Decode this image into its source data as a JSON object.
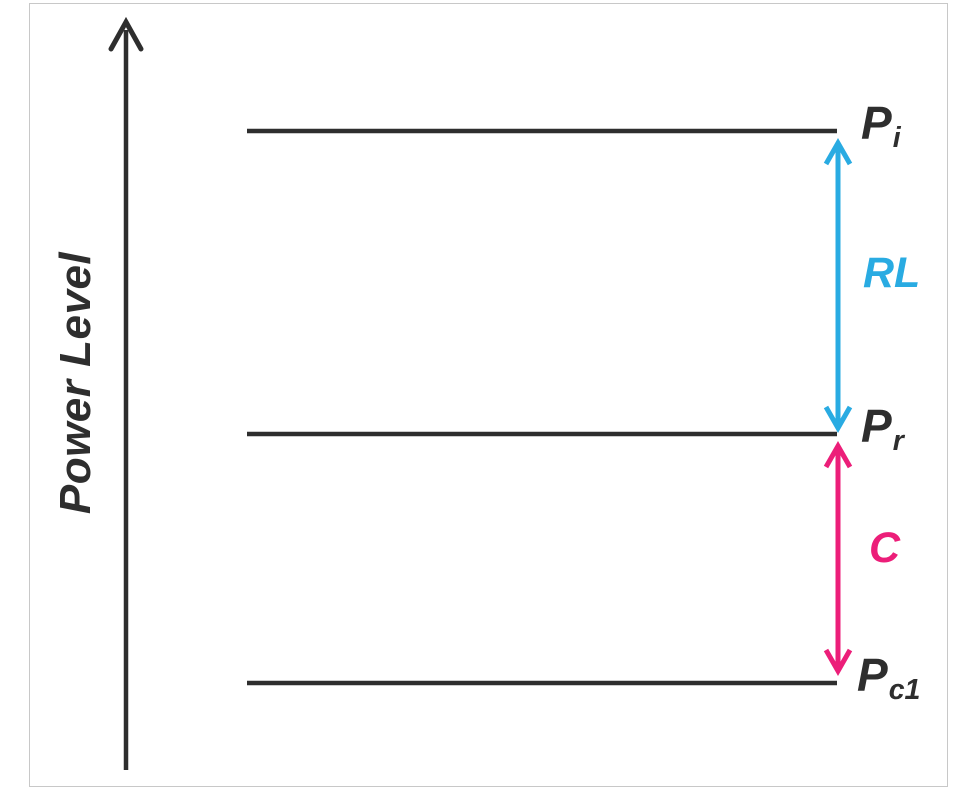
{
  "figure": {
    "y_axis_label": "Power Level",
    "levels": [
      {
        "symbol": "P",
        "subscript": "i"
      },
      {
        "symbol": "P",
        "subscript": "r"
      },
      {
        "symbol": "P",
        "subscript": "c1"
      }
    ],
    "spans": [
      {
        "label": "RL",
        "color": "#29abe2"
      },
      {
        "label": "C",
        "color": "#ec1e79"
      }
    ],
    "colors": {
      "line": "#2e2e2e",
      "frame_border": "#c8c8c8",
      "background": "#ffffff"
    }
  }
}
